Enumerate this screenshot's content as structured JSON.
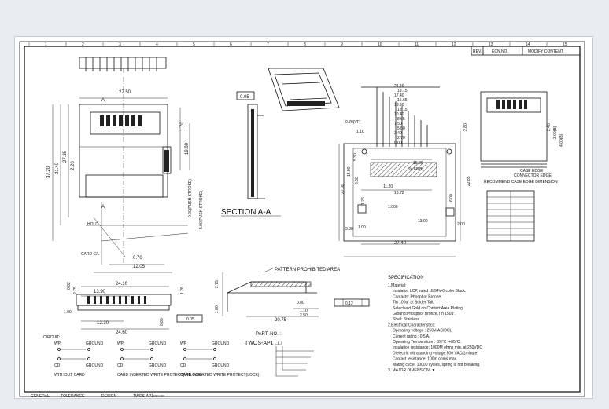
{
  "revision_table": {
    "headers": [
      "REV.",
      "ECN.NO.",
      "MODIFY CONTENT"
    ]
  },
  "top_view": {
    "dims": [
      "27.50",
      "37.20",
      "31.40",
      "27.35",
      "2.20",
      "1.70",
      "19.80",
      "0.00(PUSH STROKE)",
      "5.00(PUSH STROKE)",
      "0.70",
      "12.05"
    ],
    "labels": [
      "A",
      "A",
      "HOLD",
      "CARD C/L"
    ]
  },
  "section": {
    "title": "SECTION A-A",
    "dims": [
      "0.05"
    ]
  },
  "pcb_layout": {
    "top_dims": [
      "21.40",
      "19.15",
      "17.40",
      "15.65",
      "13.90",
      "12.15",
      "10.40",
      "8.65",
      "7.50",
      "5.00",
      "3.40",
      "2.70",
      "0.00"
    ],
    "side_dims": [
      "0.70(VF)",
      "1.10",
      "2.80",
      "5.30",
      "15.90",
      "27.90",
      "6.60",
      "1.25",
      "6.00",
      "22.85"
    ],
    "inner_dims": [
      "15.30",
      "24.60(B)",
      "11.20",
      "13.72",
      "1.000",
      "13.00"
    ],
    "bottom_dims": [
      "3.30",
      "1.00",
      "2.00",
      "27.40"
    ]
  },
  "edge_detail": {
    "labels": [
      "CASE EDGE",
      "CONNECTOR EDGE",
      "RECOMMEND CASE EDGE DIMENSION"
    ],
    "dims": [
      "2.40",
      "3.00(B)",
      "4.00(B)"
    ]
  },
  "front_view": {
    "dims": [
      "24.10",
      "13.90",
      "12.30",
      "24.60",
      "1.00",
      "0.82",
      "2.75",
      "1.28",
      "0.85",
      "0.05"
    ]
  },
  "circuit": {
    "title": "CIRCUIT:",
    "groups": [
      {
        "top": [
          "WP",
          "GROUND"
        ],
        "bottom": [
          "CD",
          "GROUND"
        ],
        "caption": "WITHOUT CARD"
      },
      {
        "top": [
          "WP",
          "GROUND"
        ],
        "bottom": [
          "CD",
          "GROUND"
        ],
        "caption": "CARD INSERTED WRITE PROTECT(UNLOCK)"
      },
      {
        "top": [
          "WP",
          "GROUND"
        ],
        "bottom": [
          "CD",
          "GROUND"
        ],
        "caption": "CARD INSERTED WRITE PROTECT(LOCK)"
      }
    ]
  },
  "side_view": {
    "labels": [
      "PATTERN PROHIBITED AREA"
    ],
    "dims": [
      "2.75",
      "1.80",
      "0.80",
      "1.10",
      "2.50",
      "20.75"
    ],
    "flatness": "0.12",
    "part_no_label": "PART. NO. :",
    "part_no": "TWOS-AP1",
    "part_no_suffix": "□□"
  },
  "specification": {
    "title": "SPECIFICATION",
    "lines": [
      "1.Material:",
      "Insulator: LCP, rated UL94V-0,color:Black.",
      "Contacts: Phosphor Bronze,",
      "Tin 100u\" at Solder Tail,",
      "Selectived Gold on Contact Area Plating.",
      "Ground:Phosphor Bronze,Tin 150u\".",
      "Shell: Stainless.",
      "2.Electrical Characteristics:",
      "Operating voltage : 250V(AC/DC).",
      "Current rating : 0.5 A.",
      "Operating Temperature : -20°C~+85°C.",
      "Insulation resistance: 1000M ohms min. at 250VDC",
      "Dielectric withstanding voltage:500 VAC/1minute.",
      "Contact resistance: 100m ohms max.",
      "Mating cycle: 10000 cycles, spring is not breaking.",
      "3. MAJOR DIMENSION: ▼"
    ]
  },
  "title_block": {
    "cells": [
      "GENERAL",
      "TOLERANCE",
      "DESIGN",
      "TWOS-AP1□□-□□"
    ]
  },
  "frame": {
    "top_numbers": [
      "1",
      "2",
      "3",
      "4",
      "5",
      "6",
      "7",
      "8",
      "9",
      "10",
      "11",
      "12",
      "13",
      "14",
      "15"
    ]
  }
}
